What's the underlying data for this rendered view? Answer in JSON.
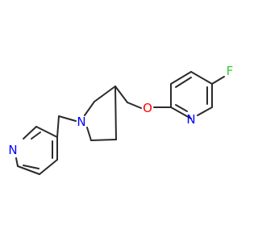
{
  "molecule": {
    "atoms": {
      "fluorine": "F",
      "ether_oxygen": "O",
      "pyridine_n_right": "N",
      "pyrrolidine_n": "N",
      "pyridine_n_left": "N"
    },
    "colors": {
      "bond": "#2b2b2b",
      "fluorine": "#33cc33",
      "oxygen": "#ff0000",
      "nitrogen": "#0000ff",
      "background": "#ffffff"
    }
  }
}
